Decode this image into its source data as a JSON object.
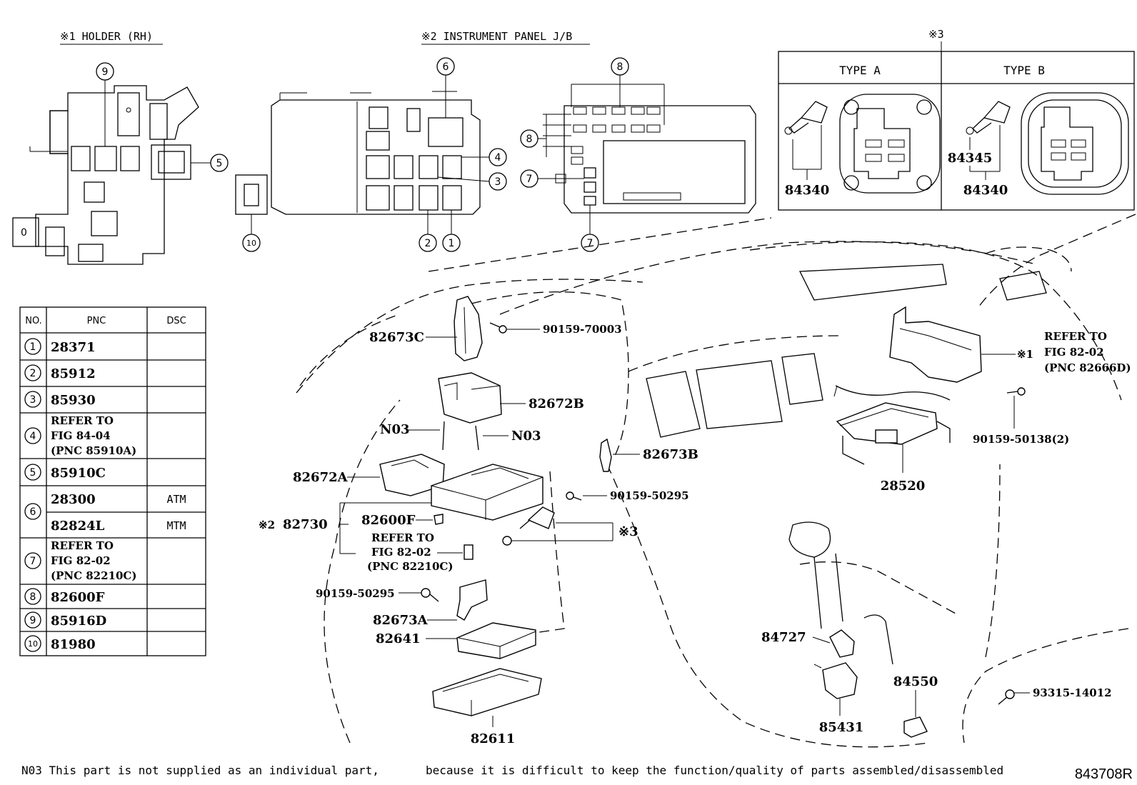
{
  "sections": {
    "holder": "※1 HOLDER (RH)",
    "junction_block": "※2 INSTRUMENT PANEL J/B",
    "note3": "※3"
  },
  "type_box": {
    "type_a": "TYPE A",
    "type_b": "TYPE B",
    "type_a_part": "84340",
    "type_b_parts": [
      "84345",
      "84340"
    ]
  },
  "table": {
    "headers": [
      "NO.",
      "PNC",
      "DSC"
    ],
    "rows": [
      {
        "no": "1",
        "pnc": [
          "28371"
        ],
        "dsc": ""
      },
      {
        "no": "2",
        "pnc": [
          "85912"
        ],
        "dsc": ""
      },
      {
        "no": "3",
        "pnc": [
          "85930"
        ],
        "dsc": ""
      },
      {
        "no": "4",
        "pnc": [
          "REFER TO",
          "FIG 84-04",
          "(PNC 85910A)"
        ],
        "dsc": ""
      },
      {
        "no": "5",
        "pnc": [
          "85910C"
        ],
        "dsc": ""
      },
      {
        "no": "6",
        "pnc": [
          "28300"
        ],
        "dsc": "ATM"
      },
      {
        "no": "6",
        "pnc": [
          "82824L"
        ],
        "dsc": "MTM"
      },
      {
        "no": "7",
        "pnc": [
          "REFER TO",
          "FIG 82-02",
          "(PNC 82210C)"
        ],
        "dsc": ""
      },
      {
        "no": "8",
        "pnc": [
          "82600F"
        ],
        "dsc": ""
      },
      {
        "no": "9",
        "pnc": [
          "85916D"
        ],
        "dsc": ""
      },
      {
        "no": "10",
        "pnc": [
          "81980"
        ],
        "dsc": ""
      }
    ]
  },
  "callouts": {
    "p82673C": "82673C",
    "p90159_70003": "90159-70003",
    "p82672B": "82672B",
    "n03_left": "N03",
    "n03_right": "N03",
    "p82672A": "82672A",
    "p82673B": "82673B",
    "p90159_50295_a": "90159-50295",
    "p82730_prefix": "※2",
    "p82730": "82730",
    "p82600F": "82600F",
    "refer_82210c": [
      "REFER TO",
      "FIG 82-02",
      "(PNC 82210C)"
    ],
    "note3_callout": "※3",
    "p90159_50295_b": "90159-50295",
    "p82673A": "82673A",
    "p82641": "82641",
    "p82611": "82611",
    "refer_82666d_prefix": "※1",
    "refer_82666d": [
      "REFER TO",
      "FIG 82-02",
      "(PNC 82666D)"
    ],
    "p90159_50138": "90159-50138(2)",
    "p28520": "28520",
    "p84727": "84727",
    "p84550": "84550",
    "p85431": "85431",
    "p93315_14012": "93315-14012"
  },
  "footnote_a": "N03 This part is not supplied as an individual part,",
  "footnote_b": "because it is difficult to keep the function/quality of parts assembled/disassembled",
  "figure_code": "843708R"
}
